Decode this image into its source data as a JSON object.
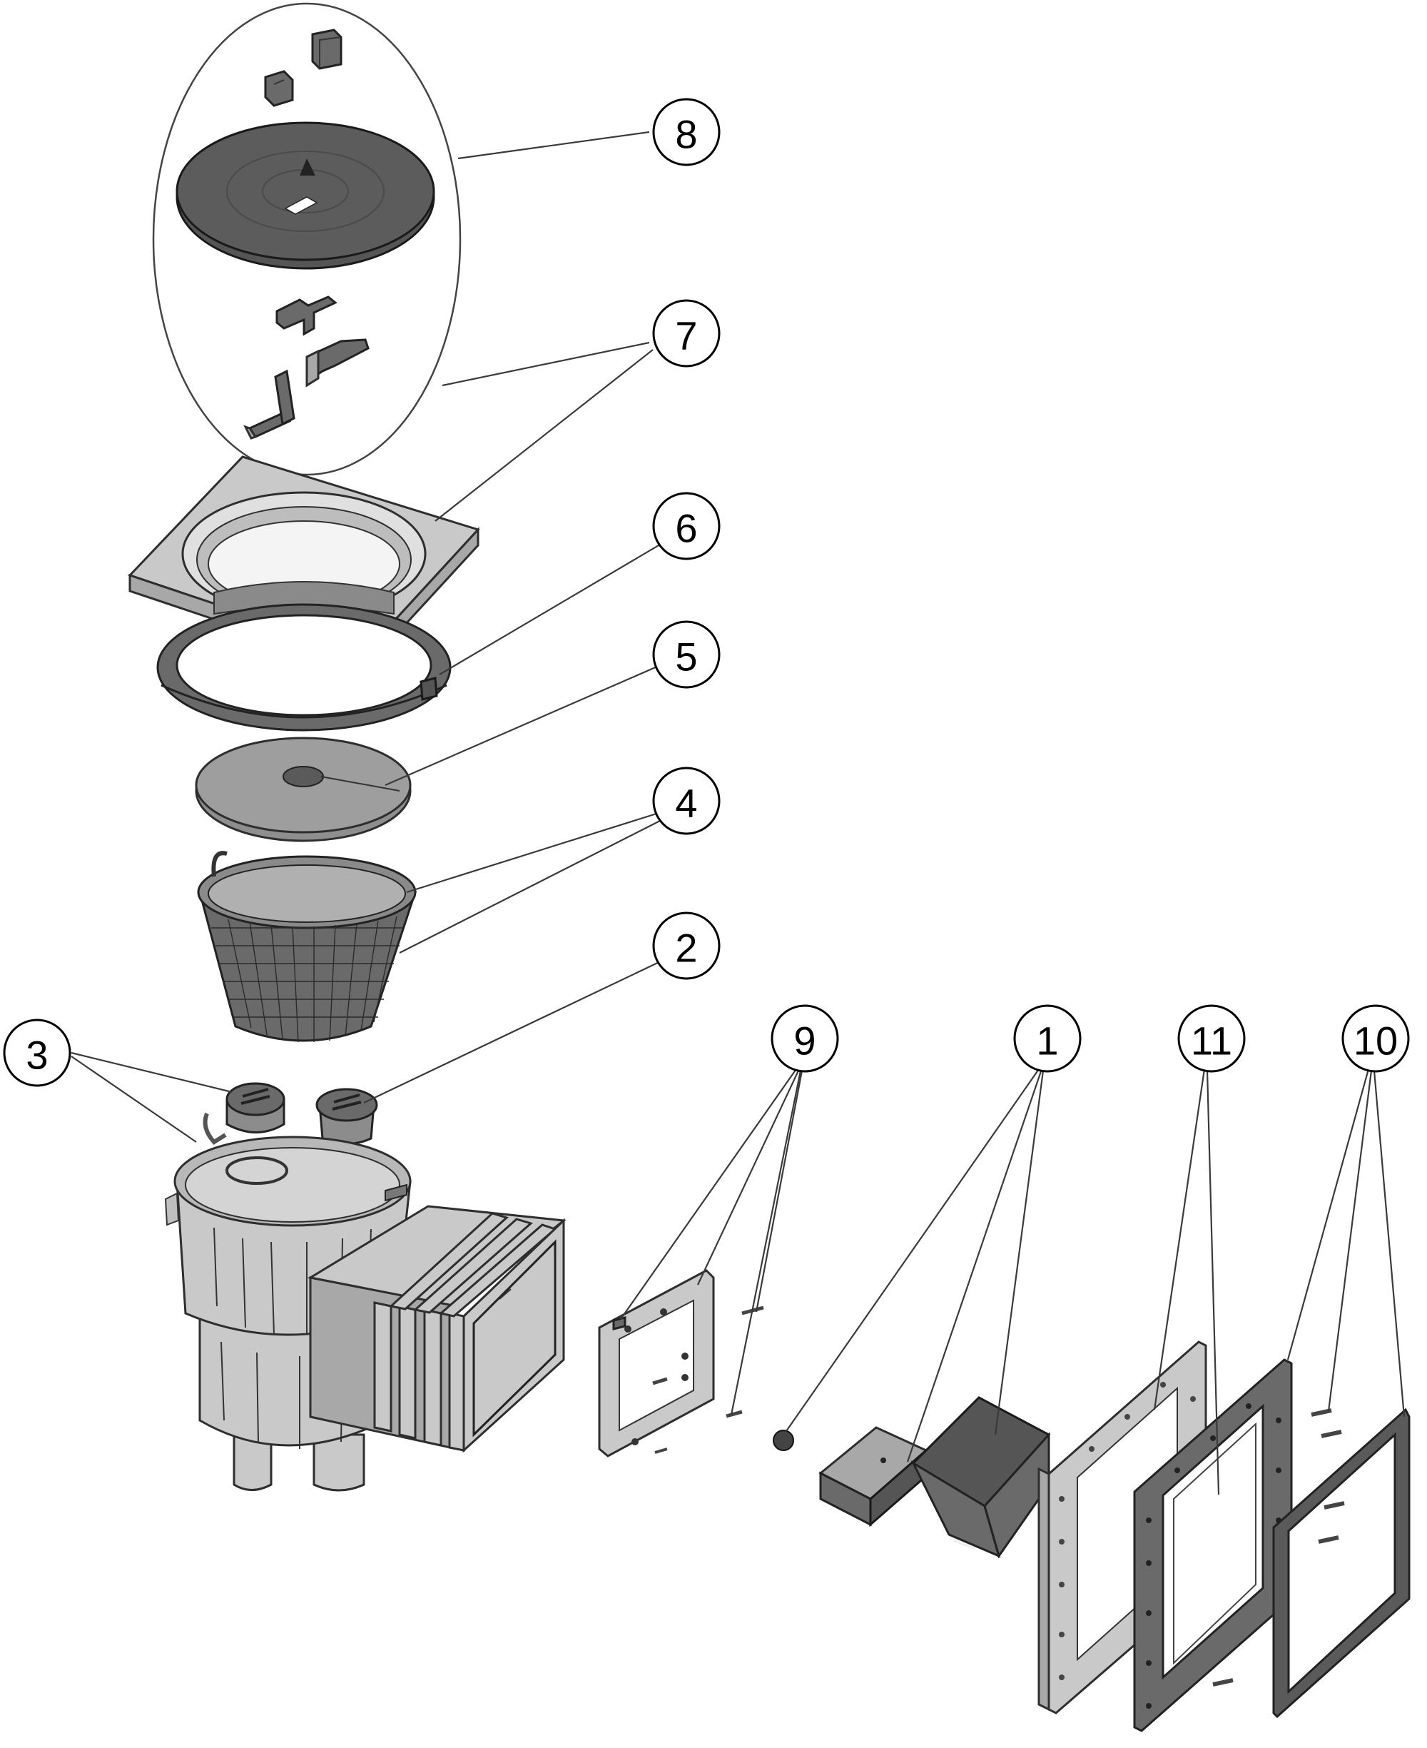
{
  "callouts": [
    {
      "id": "8",
      "label": "8"
    },
    {
      "id": "7",
      "label": "7"
    },
    {
      "id": "6",
      "label": "6"
    },
    {
      "id": "5",
      "label": "5"
    },
    {
      "id": "4",
      "label": "4"
    },
    {
      "id": "2",
      "label": "2"
    },
    {
      "id": "3",
      "label": "3"
    },
    {
      "id": "9",
      "label": "9"
    },
    {
      "id": "1",
      "label": "1"
    },
    {
      "id": "11",
      "label": "11"
    },
    {
      "id": "10",
      "label": "10"
    }
  ]
}
